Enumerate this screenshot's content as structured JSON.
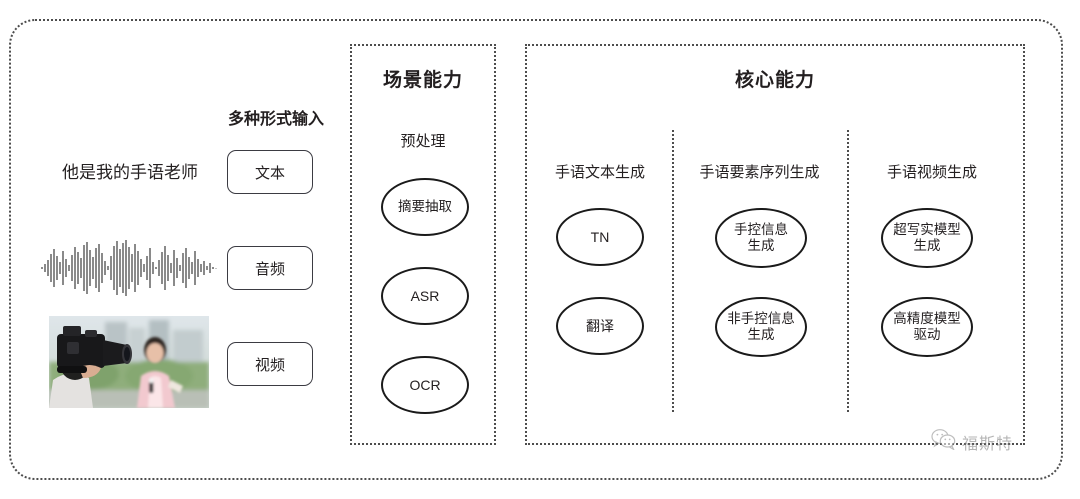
{
  "diagram": {
    "title_hidden": "",
    "input_section": {
      "heading": "多种形式输入",
      "sample_text": "他是我的手语老师",
      "waveform_label": "audio-waveform",
      "video_label": "video-thumbnail",
      "modalities": [
        {
          "label": "文本"
        },
        {
          "label": "音频"
        },
        {
          "label": "视频"
        }
      ]
    },
    "scene_panel": {
      "title": "场景能力",
      "subtitle": "预处理",
      "nodes": [
        {
          "label": "摘要抽取"
        },
        {
          "label": "ASR"
        },
        {
          "label": "OCR"
        }
      ]
    },
    "core_panel": {
      "title": "核心能力",
      "columns": [
        {
          "title": "手语文本生成",
          "nodes": [
            {
              "line1": "TN",
              "line2": ""
            },
            {
              "line1": "翻译",
              "line2": ""
            }
          ]
        },
        {
          "title": "手语要素序列生成",
          "nodes": [
            {
              "line1": "手控信息",
              "line2": "生成"
            },
            {
              "line1": "非手控信息",
              "line2": "生成"
            }
          ]
        },
        {
          "title": "手语视频生成",
          "nodes": [
            {
              "line1": "超写实模型",
              "line2": "生成"
            },
            {
              "line1": "高精度模型",
              "line2": "驱动"
            }
          ]
        }
      ]
    },
    "watermark": {
      "icon": "wechat-bubbles-icon",
      "text": "福斯特"
    },
    "colors": {
      "stroke": "#4d4d4d",
      "node_stroke": "#1a1a1a",
      "text": "#231f20",
      "watermark": "#7a7a7a"
    }
  }
}
